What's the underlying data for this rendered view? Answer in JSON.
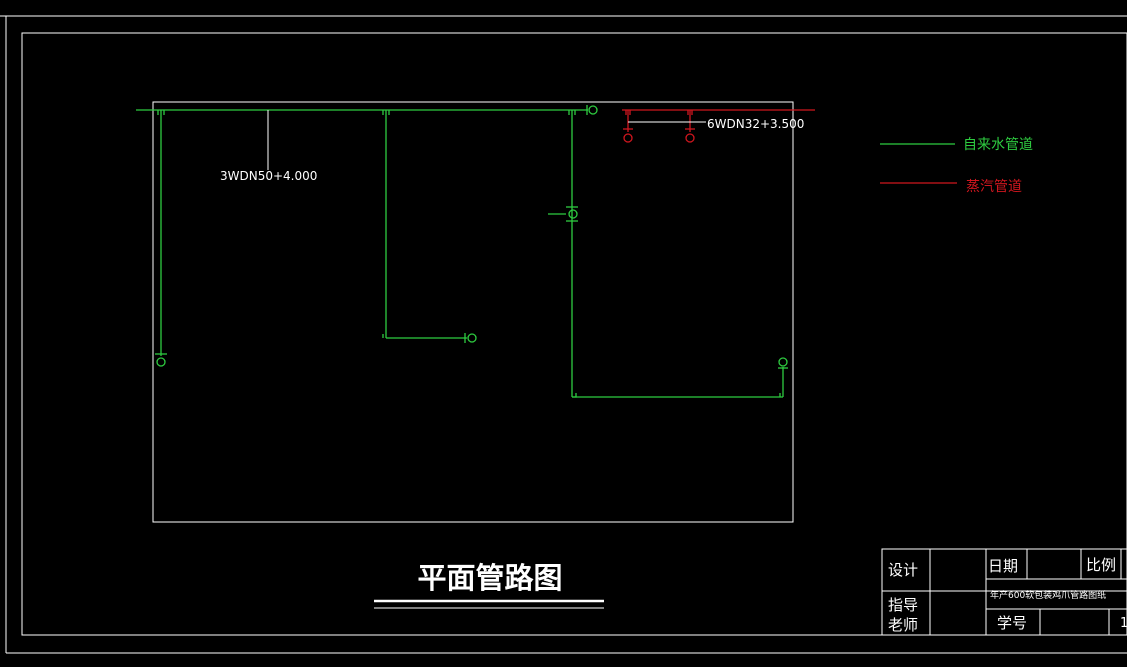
{
  "colors": {
    "background": "#000000",
    "frame": "#ffffff",
    "water_pipe": "#2ecc40",
    "steam_pipe": "#d0161e",
    "text": "#ffffff"
  },
  "annotations": {
    "water_main": "3WDN50+4.000",
    "steam_main": "6WDN32+3.500"
  },
  "legend": {
    "water_label": "自来水管道",
    "steam_label": "蒸汽管道"
  },
  "drawing_title": "平面管路图",
  "title_block": {
    "design": "设计",
    "date": "日期",
    "scale": "比例",
    "advisor_line1": "指导",
    "advisor_line2": "老师",
    "project_name": "年产600软包装鸡爪管路图纸",
    "student_id": "学号",
    "sheet_no": "1"
  }
}
